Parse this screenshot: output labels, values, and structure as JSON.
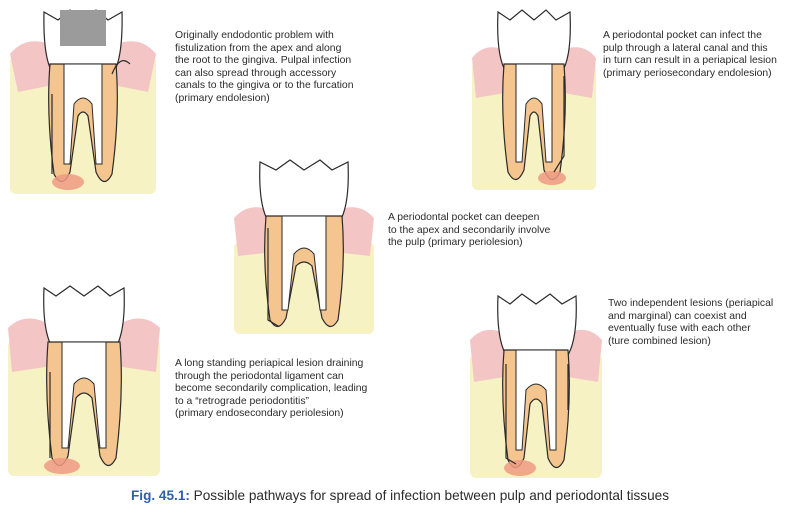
{
  "descriptions": {
    "primary_endolesion": "Originally endodontic problem with\nfistulization from the apex and along\nthe root to the gingiva. Pulpal infection\ncan also spread through accessory\ncanals to the gingiva or to the furcation\n(primary endolesion)",
    "primary_periosecondary_endolesion": "A periodontal pocket can infect the\npulp through a lateral canal and this\nin turn can result in a periapical lesion\n(primary periosecondary endolesion)",
    "primary_periolesion": "A periodontal pocket can deepen\nto the apex and secondarily involve\nthe pulp (primary periolesion)",
    "primary_endosecondary_periolesion": "A long standing periapical lesion draining\nthrough the periodontal ligament can\nbecome secondarily complication, leading\nto a “retrograde periodontitis”\n(primary endosecondary periolesion)",
    "combined_lesion": "Two independent lesions (periapical\nand marginal) can coexist and\neventually fuse with each other\n(ture combined lesion)"
  },
  "caption": {
    "label": "Fig. 45.1:",
    "text": " Possible pathways for spread of infection between pulp and periodontal tissues"
  },
  "colors": {
    "enamel": "#ffffff",
    "dentin": "#f4c58f",
    "pulp": "#ffffff",
    "gingiva": "#f3c5c4",
    "bone": "#f7f2c4",
    "lesion": "#ee9a82",
    "caption_label": "#2f5ea8",
    "outline": "#2a2a2a",
    "filling": "#9b9b9b"
  }
}
